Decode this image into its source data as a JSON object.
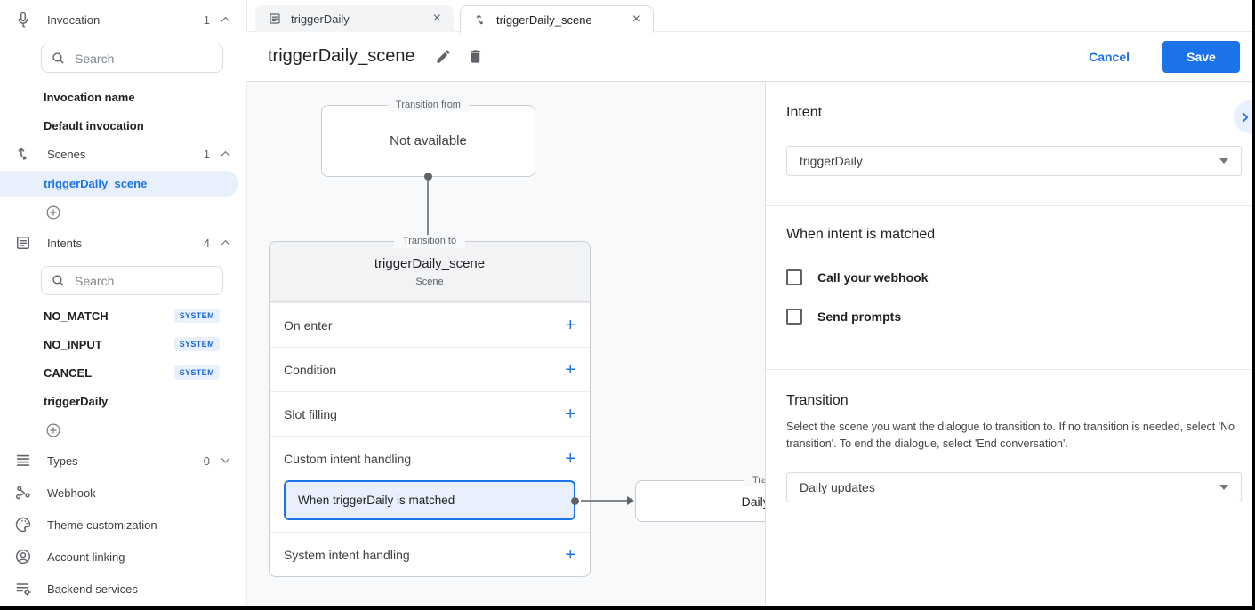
{
  "icons": {
    "add": "+",
    "close": "×"
  },
  "sidebar": {
    "invocation": {
      "label": "Invocation",
      "count": "1",
      "search_placeholder": "Search",
      "items": [
        "Invocation name",
        "Default invocation"
      ]
    },
    "scenes": {
      "label": "Scenes",
      "count": "1",
      "selected_item": "triggerDaily_scene"
    },
    "intents": {
      "label": "Intents",
      "count": "4",
      "search_placeholder": "Search",
      "items": [
        {
          "name": "NO_MATCH",
          "badge": "SYSTEM"
        },
        {
          "name": "NO_INPUT",
          "badge": "SYSTEM"
        },
        {
          "name": "CANCEL",
          "badge": "SYSTEM"
        },
        {
          "name": "triggerDaily",
          "badge": ""
        }
      ]
    },
    "types": {
      "label": "Types",
      "count": "0"
    },
    "menu": [
      "Webhook",
      "Theme customization",
      "Account linking",
      "Backend services"
    ]
  },
  "tabs": [
    {
      "label": "triggerDaily"
    },
    {
      "label": "triggerDaily_scene"
    }
  ],
  "header": {
    "title": "triggerDaily_scene",
    "cancel": "Cancel",
    "save": "Save"
  },
  "canvas": {
    "from_box": {
      "legend": "Transition from",
      "text": "Not available"
    },
    "scene_card": {
      "legend": "Transition to",
      "title": "triggerDaily_scene",
      "subtitle": "Scene",
      "rows": [
        {
          "label": "On enter"
        },
        {
          "label": "Condition"
        },
        {
          "label": "Slot filling"
        },
        {
          "label": "Custom intent handling",
          "item": "When triggerDaily is matched"
        },
        {
          "label": "System intent handling"
        }
      ]
    },
    "target_box": {
      "legend": "Transition to",
      "text": "Daily updates"
    }
  },
  "panel": {
    "intent_heading": "Intent",
    "intent_value": "triggerDaily",
    "matched_heading": "When intent is matched",
    "checkboxes": [
      {
        "label": "Call your webhook"
      },
      {
        "label": "Send prompts"
      }
    ],
    "transition_heading": "Transition",
    "transition_description": "Select the scene you want the dialogue to transition to. If no transition is needed, select 'No transition'. To end the dialogue, select 'End conversation'.",
    "transition_value": "Daily updates"
  }
}
